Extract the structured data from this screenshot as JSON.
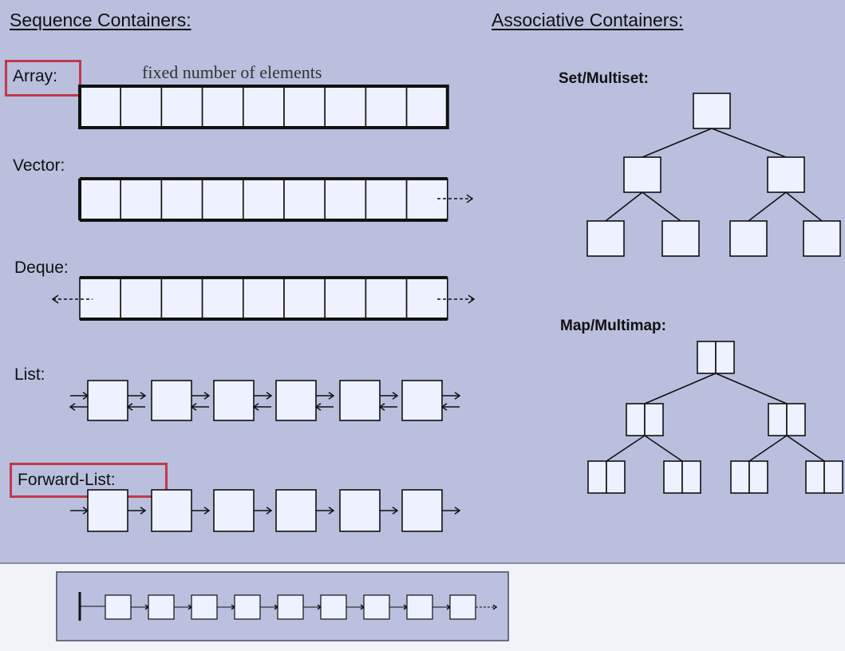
{
  "headers": {
    "sequence": "Sequence Containers:",
    "associative": "Associative Containers:"
  },
  "sequence": {
    "array": {
      "label": "Array:",
      "note": "fixed number of elements",
      "highlighted": true
    },
    "vector": {
      "label": "Vector:"
    },
    "deque": {
      "label": "Deque:"
    },
    "list": {
      "label": "List:"
    },
    "forward_list": {
      "label": "Forward-List:",
      "highlighted": true
    }
  },
  "associative": {
    "set": {
      "label": "Set/Multiset:"
    },
    "map": {
      "label": "Map/Multimap:"
    }
  },
  "colors": {
    "background": "#b9bfdd",
    "cell_fill": "#eef1ff",
    "stroke": "#111111",
    "highlight": "#c0394b"
  }
}
